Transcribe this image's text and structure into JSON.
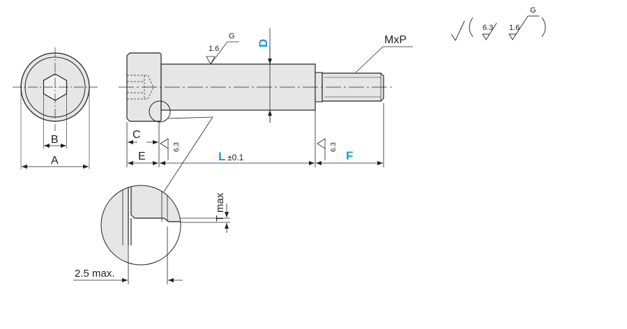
{
  "colors": {
    "line": "#222222",
    "accent": "#1a9ad6",
    "fill": "#e6e6e6",
    "fill_dark": "#cfcfcf"
  },
  "labels": {
    "A": "A",
    "B": "B",
    "C": "C",
    "E": "E",
    "D": "D",
    "F": "F",
    "L": "L",
    "L_tol": "±0.1",
    "MxP": "MxP",
    "T_max": "T max",
    "max_25": "2.5 max.",
    "rough_16": "1.6",
    "rough_G": "G",
    "rough_63": "6.3"
  }
}
